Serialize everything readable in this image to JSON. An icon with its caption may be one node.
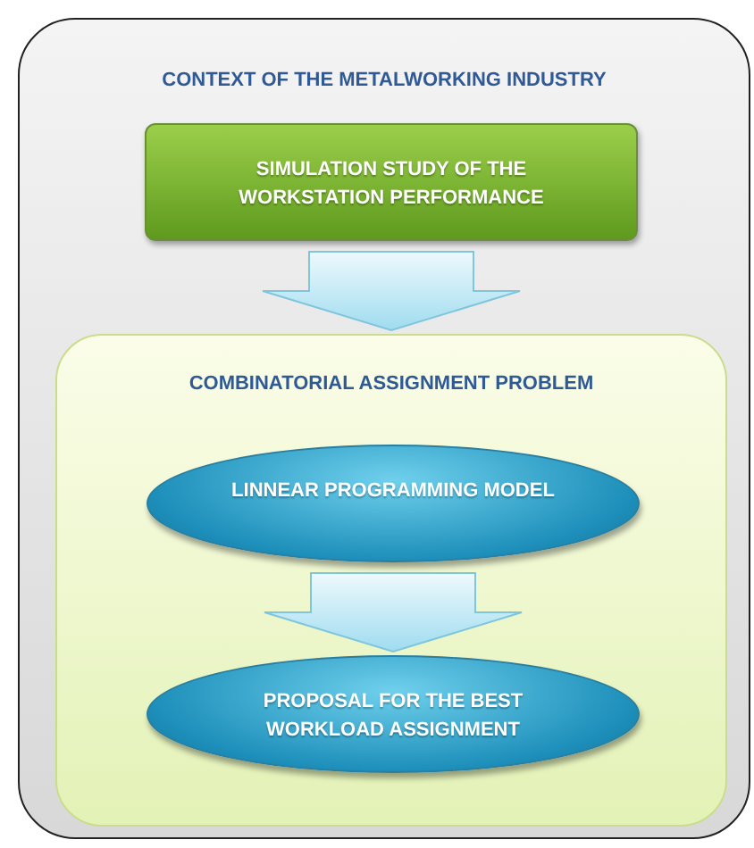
{
  "diagram": {
    "nodes": [
      {
        "text": [
          "CONTEXT OF THE METALWORKING INDUSTRY"
        ]
      },
      {
        "text": [
          "SIMULATION STUDY OF THE WORKSTATION PERFORMANCE"
        ],
        "in": 0
      },
      {
        "text": [
          "COMBINATORIAL ASSIGNMENT PROBLEM"
        ],
        "in": 0
      },
      {
        "text": [
          "LINNEAR PROGRAMMING MODEL"
        ],
        "in": 2
      },
      {
        "text": [
          "PROPOSAL FOR THE BEST WORKLOAD ASSIGNMENT"
        ],
        "in": 2
      }
    ],
    "edges": [
      {
        "from": 1,
        "to": 2,
        "arrow": "to"
      },
      {
        "from": 3,
        "to": 4,
        "arrow": "to"
      }
    ]
  }
}
